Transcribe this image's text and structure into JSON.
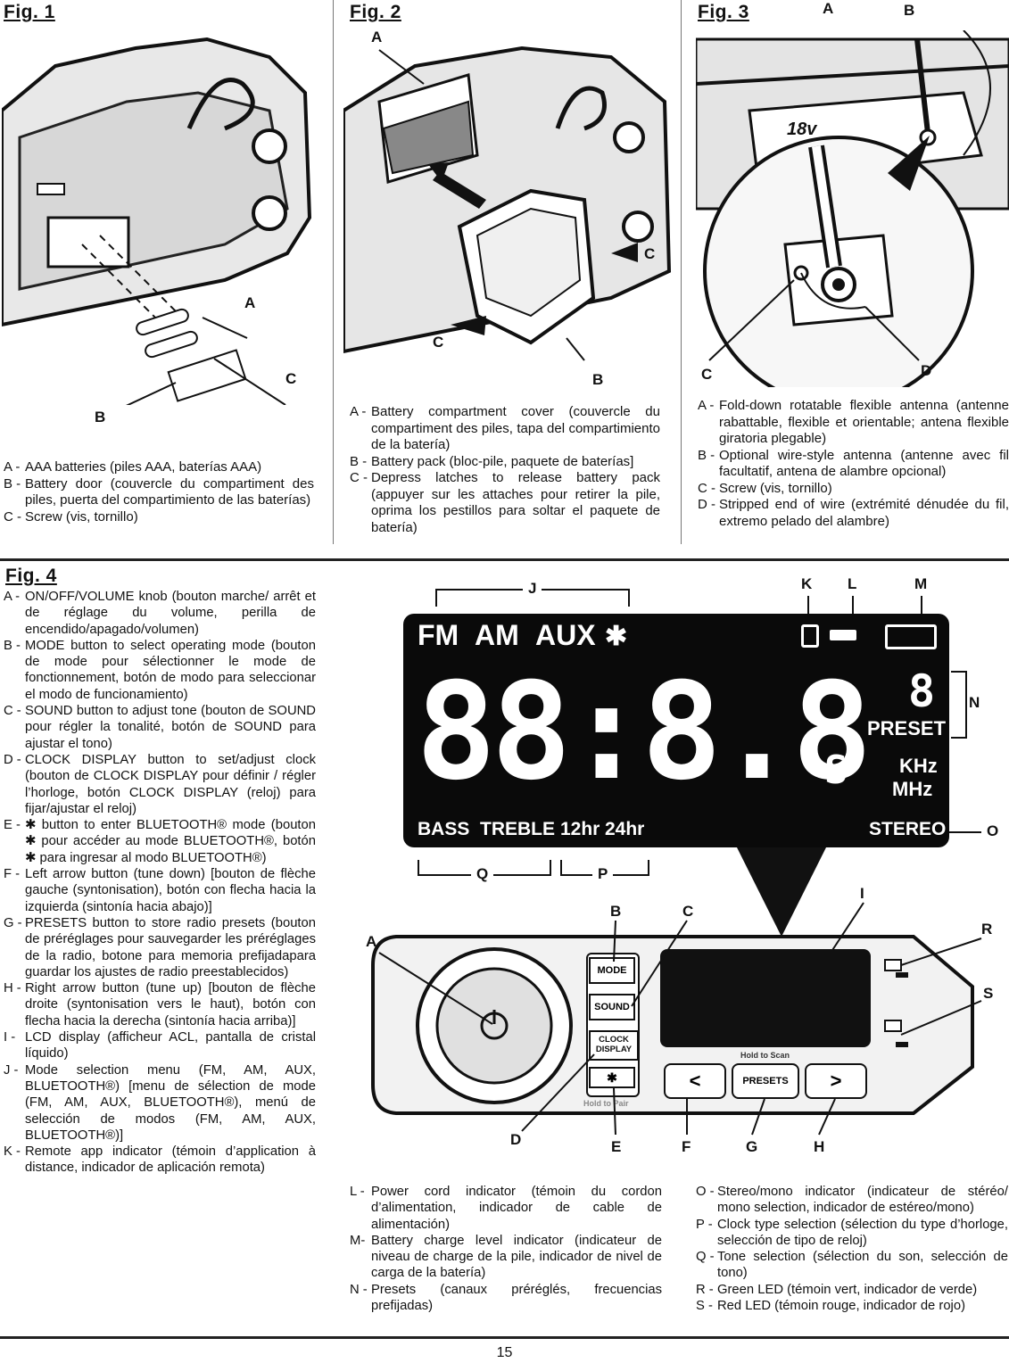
{
  "figures": {
    "fig1": {
      "title": "Fig. 1",
      "callouts": {
        "a": "A",
        "b": "B",
        "c": "C"
      },
      "legend": [
        {
          "key": "A -",
          "text": "AAA batteries (piles AAA, baterías AAA)"
        },
        {
          "key": "B -",
          "text": "Battery door (couvercle du compartiment des piles, puerta del compartimiento de las baterías)"
        },
        {
          "key": "C -",
          "text": "Screw (vis, tornillo)"
        }
      ]
    },
    "fig2": {
      "title": "Fig. 2",
      "callouts": {
        "a": "A",
        "b": "B",
        "c1": "C",
        "c2": "C"
      },
      "legend": [
        {
          "key": "A -",
          "text": "Battery compartment cover (couvercle du compartiment des piles, tapa del compartimiento de la batería)"
        },
        {
          "key": "B -",
          "text": "Battery pack (bloc-pile, paquete de baterías]"
        },
        {
          "key": "C -",
          "text": "Depress latches to release battery pack (appuyer sur les attaches pour retirer la pile, oprima los pestillos para soltar el paquete de batería)"
        }
      ]
    },
    "fig3": {
      "title": "Fig. 3",
      "badge": "18v",
      "callouts": {
        "a": "A",
        "b": "B",
        "c": "C",
        "d": "D"
      },
      "legend": [
        {
          "key": "A -",
          "text": "Fold-down rotatable flexible antenna (antenne rabattable, flexible et orientable; antena flexible giratoria plegable)"
        },
        {
          "key": "B -",
          "text": "Optional wire-style antenna (antenne avec fil facultatif, antena de alambre opcional)"
        },
        {
          "key": "C -",
          "text": "Screw (vis, tornillo)"
        },
        {
          "key": "D -",
          "text": "Stripped end of wire (extrémité dénudée du fil, extremo pelado del alambre)"
        }
      ]
    },
    "fig4": {
      "title": "Fig. 4",
      "legend_left": [
        {
          "key": "A -",
          "text": "ON/OFF/VOLUME knob (bouton marche/ arrêt et de réglage du volume, perilla de encendido/apagado/volumen)"
        },
        {
          "key": "B -",
          "text": "MODE button to select operating mode (bouton de mode pour sélectionner le mode de fonctionnement, botón de modo para seleccionar el modo de funcionamiento)"
        },
        {
          "key": "C -",
          "text": "SOUND button to adjust tone (bouton de SOUND pour régler la tonalité, botón de SOUND para ajustar el tono)"
        },
        {
          "key": "D -",
          "text": "CLOCK DISPLAY button to set/adjust clock (bouton de CLOCK DISPLAY pour définir / régler l’horloge, botón CLOCK DISPLAY (reloj) para fijar/ajustar el reloj)"
        },
        {
          "key": "E -",
          "text": "✱ button to enter BLUETOOTH® mode (bouton ✱ pour accéder au mode BLUETOOTH®, botón ✱ para ingresar al modo BLUETOOTH®)"
        },
        {
          "key": "F -",
          "text": "Left arrow button (tune down) [bouton de flèche gauche (syntonisation), botón con flecha hacia la izquierda (sintonía hacia abajo)]"
        },
        {
          "key": "G -",
          "text": "PRESETS button to store radio presets (bouton de préréglages pour sauvegarder les préréglages de la radio, botone para memoria prefijadapara guardar los ajustes de radio preestablecidos)"
        },
        {
          "key": "H -",
          "text": "Right arrow button (tune up) [bouton de flèche droite (syntonisation vers le haut), botón con flecha hacia la derecha (sintonía hacia arriba)]"
        },
        {
          "key": "I -",
          "text": "LCD display (afficheur ACL, pantalla de cristal líquido)"
        },
        {
          "key": "J -",
          "text": "Mode selection menu (FM, AM, AUX, BLUETOOTH®) [menu de sélection de mode (FM, AM, AUX, BLUETOOTH®), menú de selección de modos (FM, AM, AUX, BLUETOOTH®)]"
        },
        {
          "key": "K -",
          "text": "Remote app indicator (témoin d’application à distance, indicador de aplicación remota)"
        }
      ],
      "legend_mid": [
        {
          "key": "L -",
          "text": "Power cord indicator (témoin du cordon d’alimentation, indicador de cable de alimentación)"
        },
        {
          "key": "M-",
          "text": "Battery charge level indicator (indicateur de niveau de charge de la pile, indicador de nivel de carga de la batería)"
        },
        {
          "key": "N -",
          "text": "Presets (canaux préréglés, frecuencias prefijadas)"
        }
      ],
      "legend_right": [
        {
          "key": "O -",
          "text": "Stereo/mono indicator (indicateur de stéréo/ mono selection, indicador de estéreo/mono)"
        },
        {
          "key": "P -",
          "text": "Clock type selection (sélection du type d’horloge, selección de tipo de reloj)"
        },
        {
          "key": "Q -",
          "text": "Tone selection (sélection du son, selección de tono)"
        },
        {
          "key": "R -",
          "text": "Green LED (témoin vert, indicador de verde)"
        },
        {
          "key": "S -",
          "text": "Red LED (témoin rouge, indicador de rojo)"
        }
      ],
      "lcd": {
        "modes": [
          "FM",
          "AM",
          "AUX"
        ],
        "digits": "88:8.8",
        "small_digit": "8",
        "small_s": "S",
        "preset": "PRESET",
        "khz": "KHz",
        "mhz": "MHz",
        "bass": "BASS",
        "treble": "TREBLE",
        "hr12": "12hr",
        "hr24": "24hr",
        "stereo": "STEREO"
      },
      "panel": {
        "mode": "MODE",
        "sound": "SOUND",
        "clock": "CLOCK",
        "display": "DISPLAY",
        "hold_pair": "Hold to Pair",
        "hold_scan": "Hold to Scan",
        "presets": "PRESETS"
      },
      "callouts": {
        "a": "A",
        "b": "B",
        "c": "C",
        "d": "D",
        "e": "E",
        "f": "F",
        "g": "G",
        "h": "H",
        "i": "I",
        "j": "J",
        "k": "K",
        "l": "L",
        "m": "M",
        "n": "N",
        "o": "O",
        "p": "P",
        "q": "Q",
        "r": "R",
        "s": "S"
      }
    }
  },
  "page_number": "15"
}
